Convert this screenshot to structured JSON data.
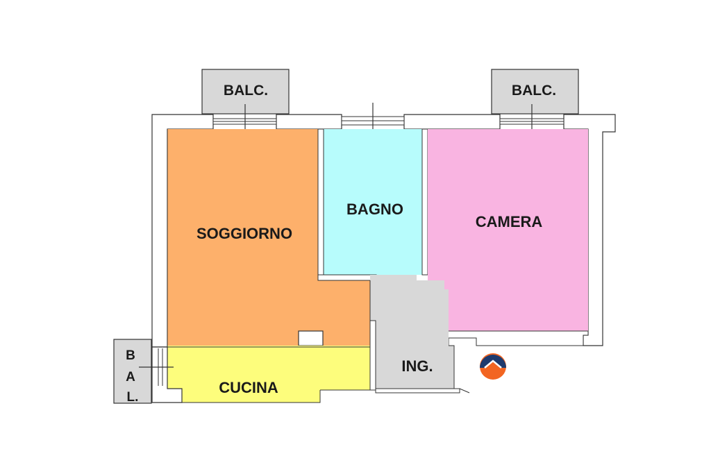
{
  "rooms": {
    "soggiorno": "SOGGIORNO",
    "bagno": "BAGNO",
    "camera": "CAMERA",
    "cucina": "CUCINA",
    "ingresso": "ING."
  },
  "balconies": {
    "left": "BALC.",
    "right": "BALC.",
    "side_letter_1": "B",
    "side_letter_2": "A",
    "side_letter_3": "L."
  },
  "colors": {
    "soggiorno": "#FDB06B",
    "bagno": "#B7FCFC",
    "camera": "#F9B4E1",
    "cucina": "#FDFD7C",
    "ingresso": "#D8D8D8",
    "balcony": "#D8D8D8",
    "wall_line": "#333333",
    "logo_orange": "#F26522",
    "logo_navy": "#1D3A6E"
  },
  "logo_icon": "agency-logo-icon"
}
